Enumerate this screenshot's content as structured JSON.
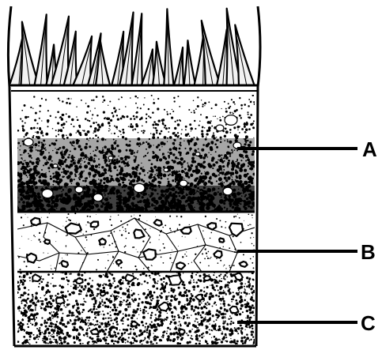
{
  "diagram": {
    "labels": [
      {
        "id": "A",
        "text": "A"
      },
      {
        "id": "B",
        "text": "B"
      },
      {
        "id": "C",
        "text": "C"
      }
    ]
  },
  "colors": {
    "ink": "#000000",
    "paper": "#ffffff",
    "grass_fill": "#f2f2f2"
  }
}
